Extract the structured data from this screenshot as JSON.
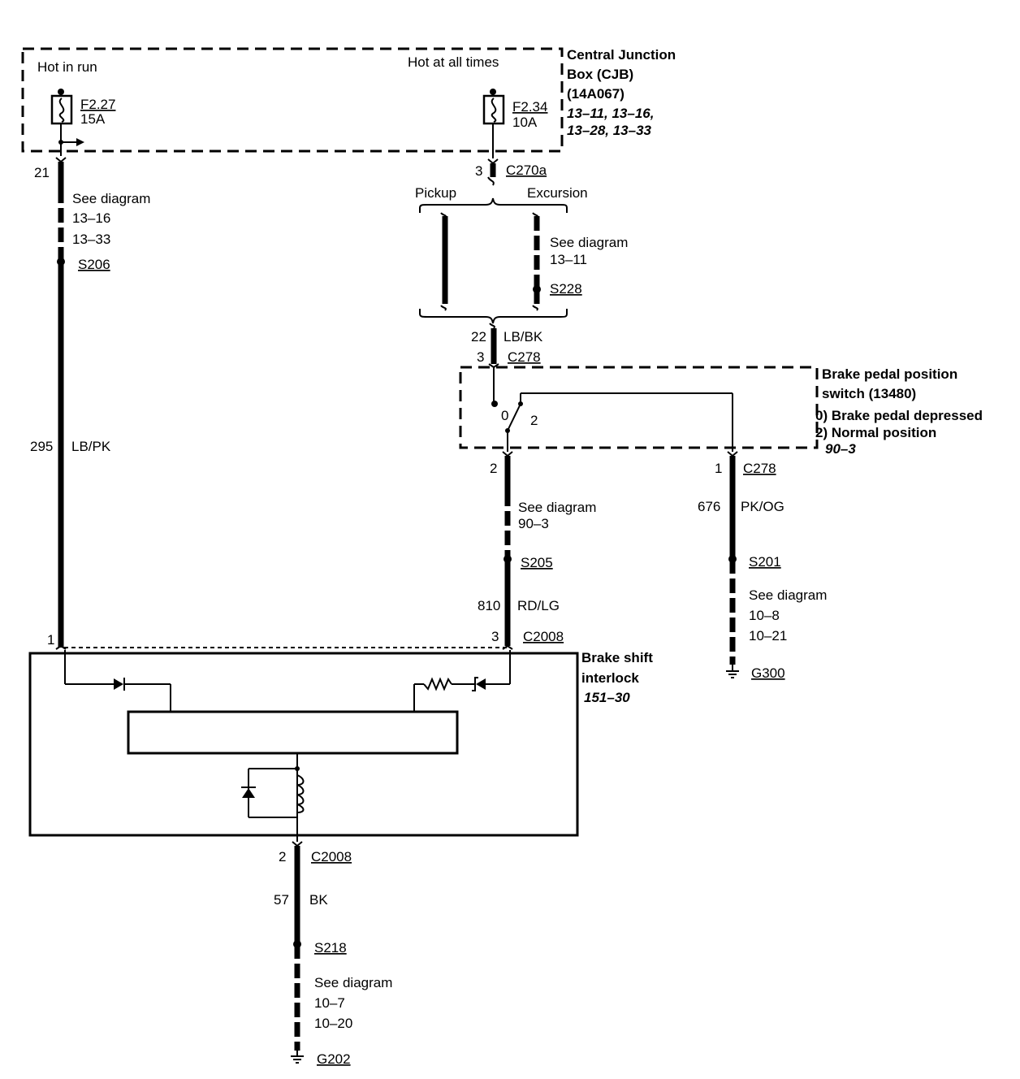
{
  "cjb": {
    "title_line1": "Central Junction",
    "title_line2": "Box (CJB)",
    "part_no": "(14A067)",
    "refs_line1": "13–11, 13–16,",
    "refs_line2": "13–28, 13–33",
    "hot_in_run": "Hot in run",
    "hot_all_times": "Hot at all times",
    "fuse1_id": "F2.27",
    "fuse1_rating": "15A",
    "fuse2_id": "F2.34",
    "fuse2_rating": "10A"
  },
  "left_wire": {
    "pin_top": "21",
    "see_diagram": "See diagram",
    "ref1": "13–16",
    "ref2": "13–33",
    "splice": "S206",
    "circuit": "295",
    "color": "LB/PK",
    "pin_bottom": "1"
  },
  "right_feed": {
    "pin": "3",
    "connector": "C270a",
    "pickup": "Pickup",
    "excursion": "Excursion",
    "see_diagram": "See diagram",
    "ref": "13–11",
    "splice": "S228",
    "circuit": "22",
    "color": "LB/BK",
    "pin2": "3",
    "connector2": "C278"
  },
  "bpp_switch": {
    "title_line1": "Brake pedal position",
    "title_line2": "switch (13480)",
    "pos0": "0) Brake pedal depressed",
    "pos2": "2) Normal position",
    "ref": "90–3",
    "label0": "0",
    "label2": "2"
  },
  "mid_wire": {
    "pin_top": "2",
    "see_diagram": "See diagram",
    "ref": "90–3",
    "splice": "S205",
    "circuit": "810",
    "color": "RD/LG",
    "pin_bottom": "3",
    "connector": "C2008"
  },
  "far_right_wire": {
    "pin": "1",
    "connector": "C278",
    "circuit": "676",
    "color": "PK/OG",
    "splice": "S201",
    "see_diagram": "See diagram",
    "ref1": "10–8",
    "ref2": "10–21",
    "ground": "G300"
  },
  "interlock": {
    "title_line1": "Brake shift",
    "title_line2": "interlock",
    "ref": "151–30"
  },
  "bottom_wire": {
    "pin": "2",
    "connector": "C2008",
    "circuit": "57",
    "color": "BK",
    "splice": "S218",
    "see_diagram": "See diagram",
    "ref1": "10–7",
    "ref2": "10–20",
    "ground": "G202"
  }
}
